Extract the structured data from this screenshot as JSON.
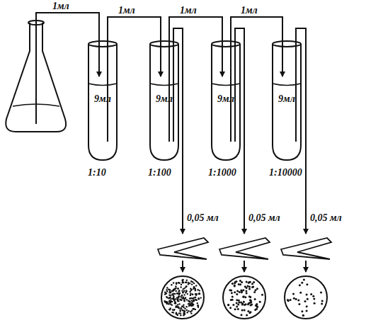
{
  "diagram": {
    "labels": [
      "1мл",
      "1мл",
      "1мл",
      "1мл",
      "9мл",
      "9мл",
      "9мл",
      "9мл",
      "1:10",
      "1:100",
      "1:1000",
      "1:10000",
      "0,05 мл",
      "0,05 мл",
      "0,05 мл"
    ]
  }
}
